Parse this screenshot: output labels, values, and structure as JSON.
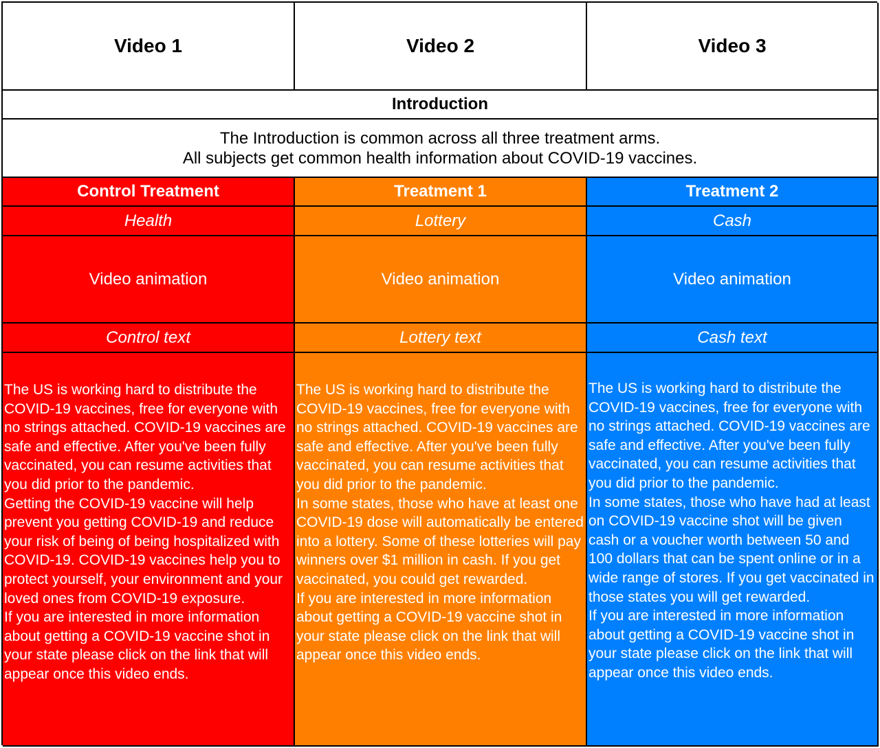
{
  "columns": [
    {
      "video": "Video 1",
      "arm": "Control Treatment",
      "theme": "Health",
      "animation": "Video animation",
      "text_label": "Control text",
      "color": "#ff0000",
      "paragraphs": [
        "The US is working hard to distribute the COVID-19 vaccines, free for everyone with no strings attached. COVID-19 vaccines are safe and effective. After you've been fully vaccinated, you can resume activities that you did prior to the pandemic.",
        "Getting the COVID-19 vaccine will help prevent you getting COVID-19 and reduce your risk of being of being hospitalized with COVID-19. COVID-19 vaccines help you to protect yourself, your environment and your loved ones from COVID-19 exposure.",
        "If you are interested in more information about getting a COVID-19 vaccine shot in your state please click on the link that will appear once this video ends."
      ]
    },
    {
      "video": "Video 2",
      "arm": "Treatment 1",
      "theme": "Lottery",
      "animation": "Video animation",
      "text_label": "Lottery text",
      "color": "#ff8000",
      "paragraphs": [
        "The US is working hard to distribute the COVID-19 vaccines, free for everyone with no strings attached. COVID-19 vaccines are safe and effective. After you've been fully vaccinated, you can resume activities that you did prior to the pandemic.",
        "In some states, those who have at least one COVID-19 dose will automatically be entered into a lottery. Some of these lotteries will pay winners over $1 million in cash. If you get vaccinated, you could get rewarded.",
        "If you are interested in more information about getting a COVID-19 vaccine shot in your state please click on the link that will appear once this video ends."
      ]
    },
    {
      "video": "Video 3",
      "arm": "Treatment 2",
      "theme": "Cash",
      "animation": "Video animation",
      "text_label": "Cash text",
      "color": "#0080ff",
      "paragraphs": [
        "The US is working hard to distribute the COVID-19 vaccines, free for everyone with no strings attached. COVID-19 vaccines are safe and effective. After you've been fully vaccinated, you can resume activities that you did prior to the pandemic.",
        "In some states, those who have had at least on COVID-19 vaccine shot will be given cash or a voucher worth between 50 and 100 dollars that can be spent online or in a wide range of stores. If you get vaccinated in those states you will get rewarded.",
        "If you are interested in more information about getting a COVID-19 vaccine shot in your state please click on the link that will appear once this video ends."
      ]
    }
  ],
  "introduction": {
    "title": "Introduction",
    "lines": [
      "The Introduction is common across all three treatment arms.",
      "All subjects get common health information about COVID-19 vaccines."
    ]
  }
}
